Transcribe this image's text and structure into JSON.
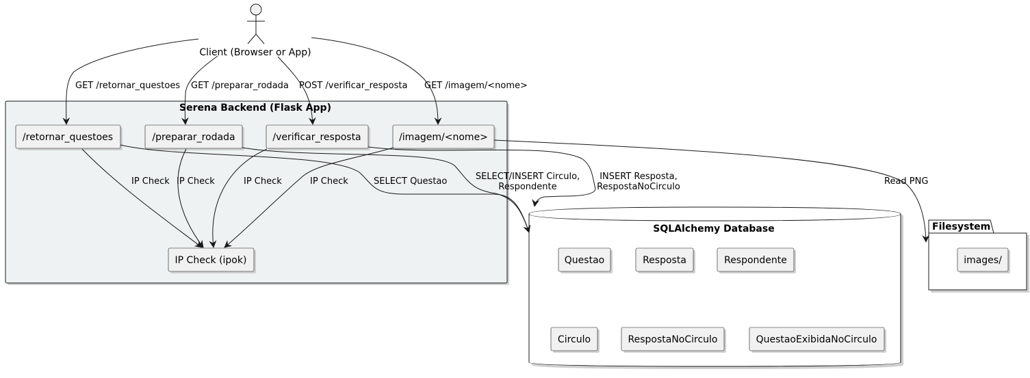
{
  "actor": {
    "label": "Client (Browser or App)"
  },
  "backend": {
    "title": "Serena Backend (Flask App)",
    "nodes": {
      "retornar": "/retornar_questoes",
      "preparar": "/preparar_rodada",
      "verificar": "/verificar_resposta",
      "imagem": "/imagem/<nome>",
      "ipcheck": "IP Check (ipok)"
    }
  },
  "database": {
    "title": "SQLAlchemy Database",
    "tables": [
      "Questao",
      "Resposta",
      "Respondente",
      "Circulo",
      "RespostaNoCirculo",
      "QuestaoExibidaNoCirculo"
    ]
  },
  "filesystem": {
    "title": "Filesystem",
    "folder": "images/"
  },
  "edges": {
    "get_retornar": "GET /retornar_questoes",
    "get_preparar": "GET /preparar_rodada",
    "post_verificar": "POST /verificar_resposta",
    "get_imagem": "GET /imagem/<nome>",
    "ip_check": "IP Check",
    "select_questao": "SELECT Questao",
    "select_insert_1": "SELECT/INSERT Circulo,",
    "select_insert_2": "Respondente",
    "insert_resposta_1": "INSERT Resposta,",
    "insert_resposta_2": "RespostaNoCirculo",
    "read_png": "Read PNG"
  },
  "colors": {
    "package_fill": "#EEF2F3",
    "node_fill": "#F1F1F1",
    "line": "#181818"
  }
}
